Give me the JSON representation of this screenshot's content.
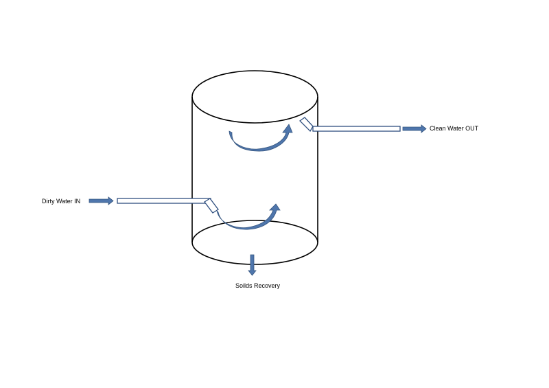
{
  "labels": {
    "dirty_water_in": "Dirty Water IN",
    "clean_water_out": "Clean Water OUT",
    "solids_recovery": "Soilds Recovery"
  },
  "colors": {
    "arrow_fill": "#4F76AC",
    "arrow_stroke": "#35557F",
    "pipe_stroke": "#2F4F7F",
    "tank_stroke": "#000000"
  }
}
